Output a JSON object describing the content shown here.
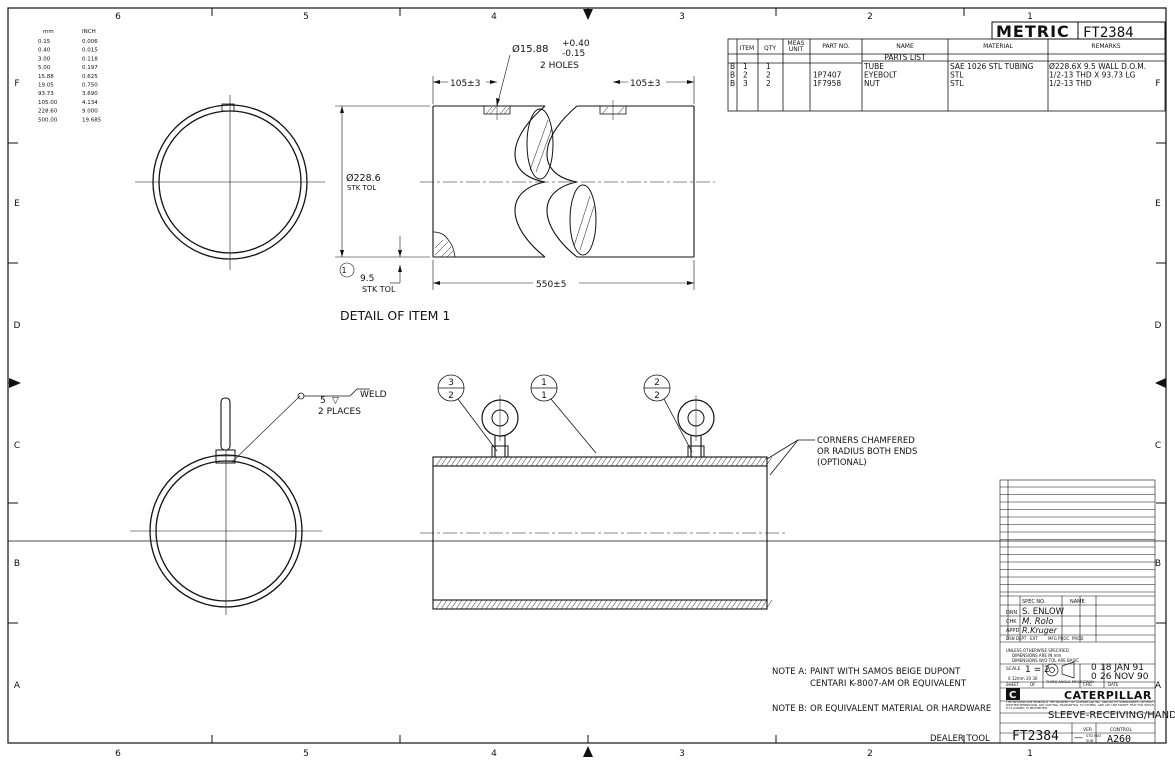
{
  "border": {
    "cols_top": [
      "6",
      "5",
      "4",
      "3",
      "2",
      "1"
    ],
    "cols_bottom": [
      "6",
      "5",
      "4",
      "3",
      "2",
      "1"
    ],
    "rows": [
      "F",
      "E",
      "D",
      "C",
      "B",
      "A"
    ]
  },
  "conversion": {
    "header_mm": "mm",
    "header_inch": "INCH",
    "rows": [
      [
        "0.15",
        "0.006"
      ],
      [
        "0.40",
        "0.015"
      ],
      [
        "3.00",
        "0.118"
      ],
      [
        "5.00",
        "0.197"
      ],
      [
        "15.88",
        "0.625"
      ],
      [
        "19.05",
        "0.750"
      ],
      [
        "93.73",
        "3.690"
      ],
      [
        "105.00",
        "4.134"
      ],
      [
        "228.60",
        "9.000"
      ],
      [
        "500.00",
        "19.685"
      ]
    ]
  },
  "title_banner": {
    "metric": "METRIC",
    "number": "FT2384"
  },
  "parts_list": {
    "headers": {
      "item": "ITEM",
      "qty": "QTY",
      "meas": "MEAS",
      "meas2": "UNIT",
      "part_no": "PART NO.",
      "name": "NAME",
      "material": "MATERIAL",
      "remarks": "REMARKS"
    },
    "caption": "PARTS LIST",
    "rows": [
      {
        "rev": "B",
        "item": "1",
        "qty": "1",
        "part_no": "",
        "name": "TUBE",
        "material": "SAE 1026 STL TUBING",
        "remarks": "Ø228.6X 9.5 WALL D.O.M."
      },
      {
        "rev": "B",
        "item": "2",
        "qty": "2",
        "part_no": "1P7407",
        "name": "EYEBOLT",
        "material": "STL",
        "remarks": "1/2-13 THD X 93.73 LG"
      },
      {
        "rev": "B",
        "item": "3",
        "qty": "2",
        "part_no": "1F7958",
        "name": "NUT",
        "material": "STL",
        "remarks": "1/2-13 THD"
      }
    ]
  },
  "detail": {
    "hole_dim": "Ø15.88",
    "hole_tol_plus": "+0.40",
    "hole_tol_minus": "-0.15",
    "holes_note": "2 HOLES",
    "offset_left": "105±3",
    "offset_right": "105±3",
    "dia": "Ø228.6",
    "dia_tol": "STK TOL",
    "wall": "9.5",
    "wall_tol": "STK TOL",
    "length": "550±5",
    "item_balloon": "1",
    "caption": "DETAIL OF ITEM 1"
  },
  "assembly": {
    "weld_size": "5",
    "weld_label": "WELD",
    "weld_places": "2 PLACES",
    "balloon_nut": {
      "top": "3",
      "bottom": "2"
    },
    "balloon_tube": {
      "top": "1",
      "bottom": "1"
    },
    "balloon_eyebolt": {
      "top": "2",
      "bottom": "2"
    },
    "corner_note": [
      "CORNERS CHAMFERED",
      "OR RADIUS BOTH ENDS",
      "(OPTIONAL)"
    ]
  },
  "notes": {
    "a_label": "NOTE A:",
    "a_text1": "PAINT WITH SAMOS BEIGE DUPONT",
    "a_text2": "CENTARI K-8007-AM OR EQUIVALENT",
    "b_label": "NOTE B:",
    "b_text": "OR EQUIVALENT MATERIAL OR HARDWARE",
    "dealer_tool": "DEALER TOOL"
  },
  "title_block": {
    "spec_no": "SPEC NO.",
    "name_hdr": "NAME",
    "drn_label": "DRN",
    "drn_value": "S. ENLOW",
    "chk_label": "CHK",
    "chk_sig": "M. Rolo",
    "appd_label": "APPD",
    "appd_sig": "R.Kruger",
    "dsn_dept": "DSN DEPT",
    "ext": "EXT",
    "mfg_proc": "MFG PROC",
    "prod": "PROD",
    "tol1": "UNLESS OTHERWISE SPECIFIED",
    "tol2": "DIMENSIONS ARE IN mm",
    "tol3": "DIMENSIONS W/O TOL ARE BASIC",
    "scale_label": "SCALE",
    "scale_value": "1 = 2",
    "scale_bar": "0  12mm  20  30",
    "sheet": "SHEET",
    "of": "OF",
    "projection": "THIRD ANGLE PROJECTION",
    "chg": "CHG",
    "date_hdr": "DATE",
    "rev0": "0",
    "date0": "18 JAN 91",
    "rev1": "0",
    "date1": "26 NOV 90",
    "company": "CATERPILLAR",
    "logo_letter": "C",
    "legal": "THE INFORMATION HEREON IS THE PROPERTY OF CATERPILLAR INC. AND/OR ITS SUBSIDIARIES. WITHOUT WRITTEN PERMISSION, ANY COPYING, TRANSMITTAL TO OTHERS, AND ANY USE EXCEPT THAT FOR WHICH IT IS LOANED, IS PROHIBITED.",
    "drawing_title": "SLEEVE-RECEIVING/HANDLING",
    "number": "FT2384",
    "ver": "VER",
    "control": "CONTROL",
    "ctrl_code": "A260",
    "dash": "—",
    "mats": "STD MAT",
    "sub": "SUB"
  },
  "colors": {
    "ink": "#111111",
    "paper": "#ffffff"
  }
}
